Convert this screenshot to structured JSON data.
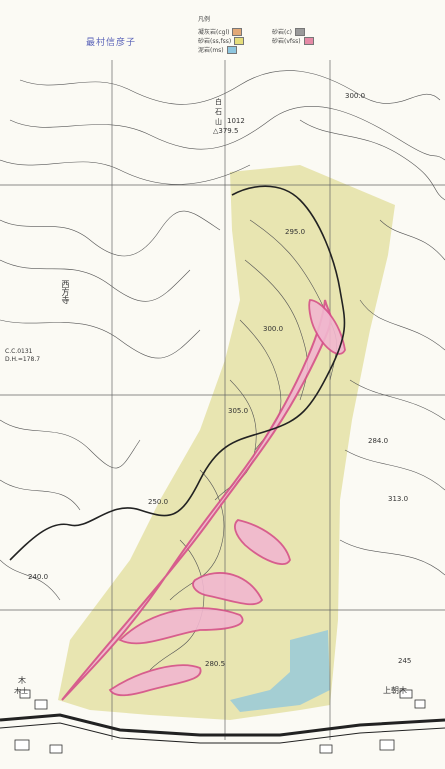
{
  "legend": {
    "header": "凡例",
    "items": [
      {
        "label": "凝灰岩(cgl)",
        "color": "#e3a978"
      },
      {
        "label": "砂岩(c)",
        "color": "#9a9a9a"
      },
      {
        "label": "砂岩(ss,fss)",
        "color": "#e5dd7b"
      },
      {
        "label": "砂岩(vfss)",
        "color": "#e58aa6"
      },
      {
        "label": "泥岩(ms)",
        "color": "#8ec6df"
      }
    ]
  },
  "handwritten_note": "最村信彦子",
  "map_labels": {
    "summit_1": "白",
    "summit_2": "石",
    "summit_3": "山",
    "summit_elev": "△379.5",
    "summit_code": "1012",
    "elev_300_top": "300.0",
    "elev_295": "295.0",
    "elev_300_mid": "300.0",
    "elev_305": "305.0",
    "elev_284": "284.0",
    "elev_313": "313.0",
    "elev_250_road": "250.0",
    "elev_240": "240.0",
    "elev_245": "245",
    "elev_280": "280.5",
    "village_west": "西方寺",
    "point_w1": "C.C.0131",
    "point_w2": "D.H.=178.7",
    "town_east": "上朝木",
    "town_sw": "木",
    "town_sw2": "木土"
  },
  "colors": {
    "sandstone_fill": "#d9d37a",
    "pink_outline": "#d6508a",
    "blue_mudstone": "#8ec6df",
    "contour": "#555555"
  }
}
